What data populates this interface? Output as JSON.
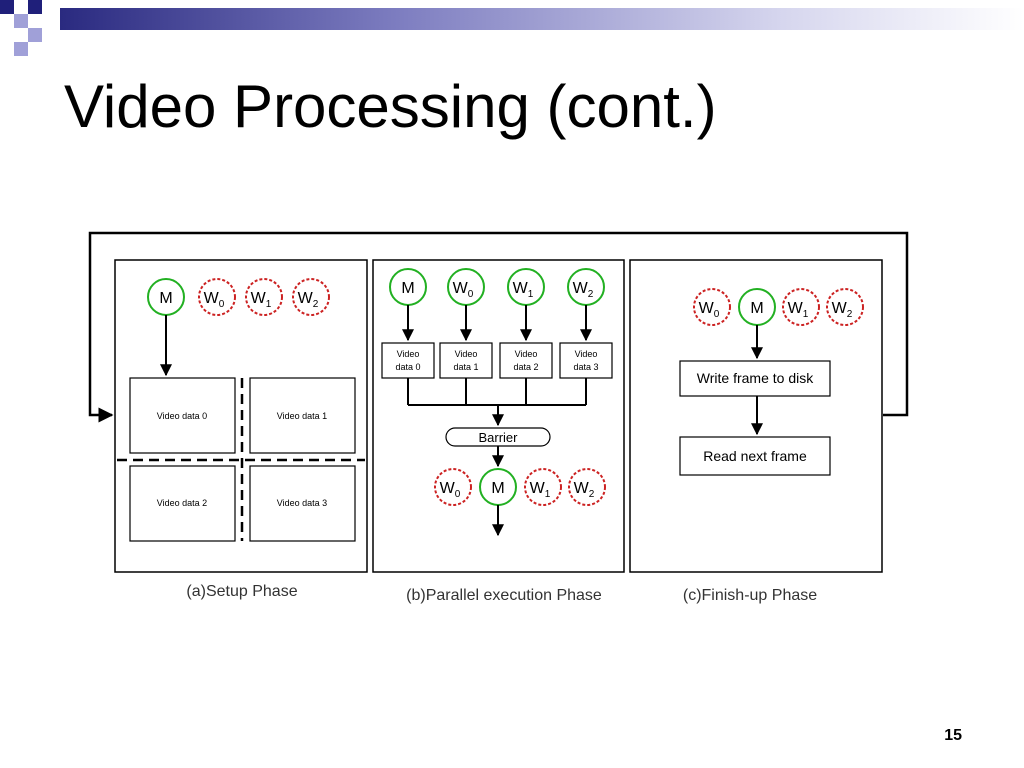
{
  "slide": {
    "title": "Video Processing (cont.)",
    "page_number": "15"
  },
  "colors": {
    "accent_navy": "#1f1f7a",
    "accent_lavender": "#a0a0d8",
    "master_node": "#22b022",
    "worker_node": "#cc2222"
  },
  "diagram": {
    "phase_a": {
      "caption": "(a)Setup Phase",
      "master": "M",
      "workers": [
        {
          "base": "W",
          "sub": "0"
        },
        {
          "base": "W",
          "sub": "1"
        },
        {
          "base": "W",
          "sub": "2"
        }
      ],
      "data_blocks": [
        "Video data 0",
        "Video data 1",
        "Video data 2",
        "Video data 3"
      ]
    },
    "phase_b": {
      "caption": "(b)Parallel execution  Phase",
      "top_master": "M",
      "top_workers": [
        {
          "base": "W",
          "sub": "0"
        },
        {
          "base": "W",
          "sub": "1"
        },
        {
          "base": "W",
          "sub": "2"
        }
      ],
      "data_blocks": [
        {
          "line1": "Video",
          "line2": "data 0"
        },
        {
          "line1": "Video",
          "line2": "data 1"
        },
        {
          "line1": "Video",
          "line2": "data 2"
        },
        {
          "line1": "Video",
          "line2": "data 3"
        }
      ],
      "barrier": "Barrier",
      "bottom_master": "M",
      "bottom_workers": [
        {
          "base": "W",
          "sub": "0"
        },
        {
          "base": "W",
          "sub": "1"
        },
        {
          "base": "W",
          "sub": "2"
        }
      ]
    },
    "phase_c": {
      "caption": "(c)Finish-up  Phase",
      "master": "M",
      "workers": [
        {
          "base": "W",
          "sub": "0"
        },
        {
          "base": "W",
          "sub": "1"
        },
        {
          "base": "W",
          "sub": "2"
        }
      ],
      "step_write": "Write frame to disk",
      "step_read": "Read next frame"
    }
  }
}
